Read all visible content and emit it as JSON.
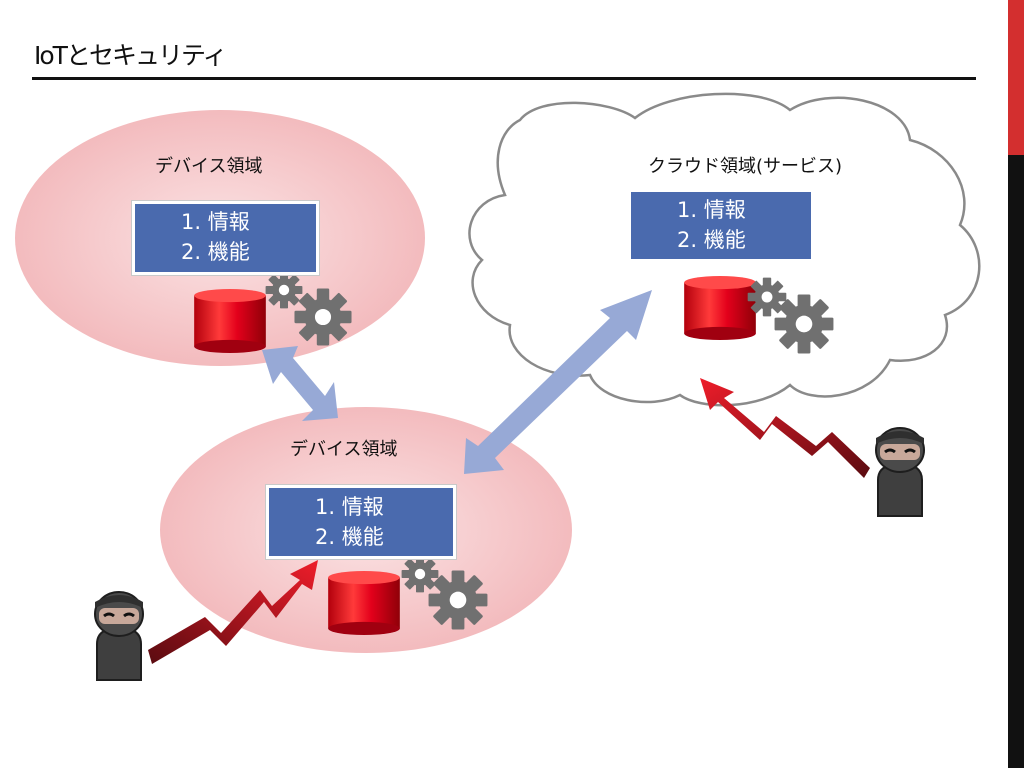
{
  "title": "IoTとセキュリティ",
  "colors": {
    "accent_red": "#d32f2f",
    "side_dark": "#111111",
    "box_blue": "#4a6aae",
    "arrow_blue": "#97a9d6",
    "ellipse_pink": "#f4c4c6",
    "database_red": "#e11b22",
    "attack_arrow_red": "#c8102e",
    "gear_gray": "#707070"
  },
  "regions": {
    "device_top": {
      "label": "デバイス領域",
      "items": [
        "1. 情報",
        "2. 機能"
      ]
    },
    "device_bottom": {
      "label": "デバイス領域",
      "items": [
        "1. 情報",
        "2. 機能"
      ]
    },
    "cloud": {
      "label": "クラウド領域(サービス)",
      "items": [
        "1. 情報",
        "2. 機能"
      ]
    }
  },
  "icons": [
    "database-icon",
    "gear-icon",
    "attacker-icon",
    "attack-arrow-icon",
    "bidirectional-arrow-icon",
    "cloud-icon"
  ]
}
